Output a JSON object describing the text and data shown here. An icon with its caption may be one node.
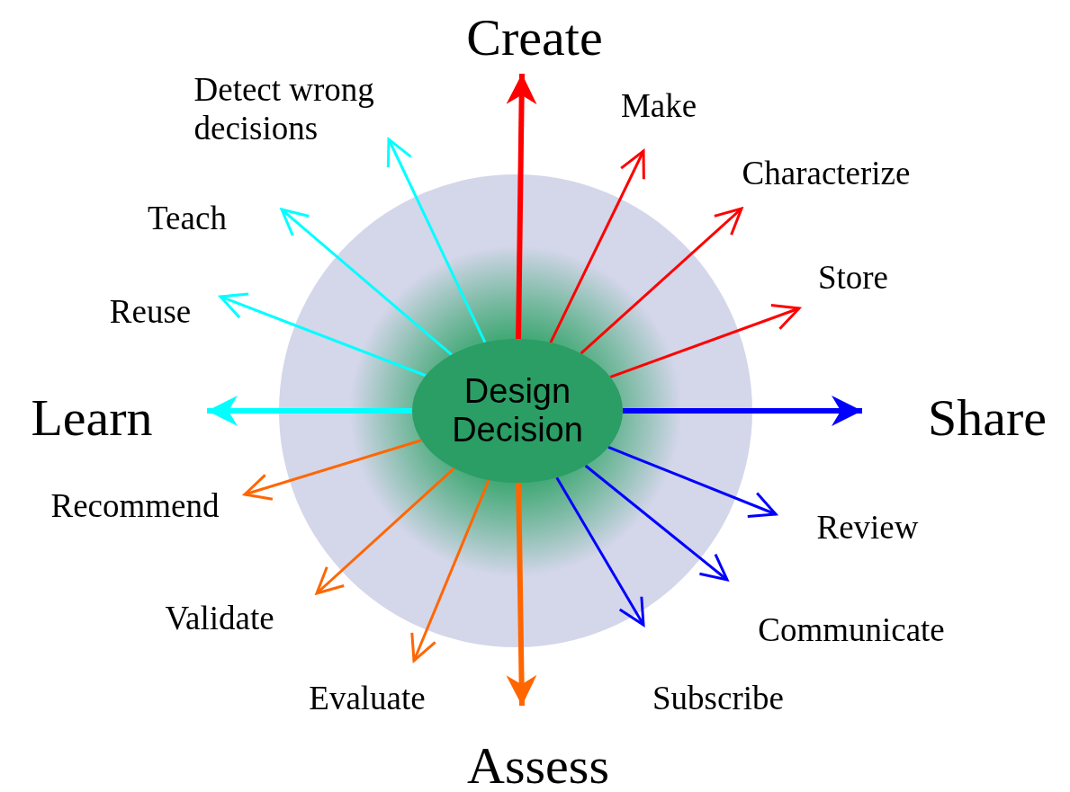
{
  "diagram": {
    "nodes": [
      {
        "text": [
          "Design Decision"
        ]
      },
      {
        "text": [
          "Create"
        ]
      },
      {
        "text": [
          "Make"
        ]
      },
      {
        "text": [
          "Characterize"
        ]
      },
      {
        "text": [
          "Store"
        ]
      },
      {
        "text": [
          "Share"
        ]
      },
      {
        "text": [
          "Review"
        ]
      },
      {
        "text": [
          "Communicate"
        ]
      },
      {
        "text": [
          "Subscribe"
        ]
      },
      {
        "text": [
          "Assess"
        ]
      },
      {
        "text": [
          "Evaluate"
        ]
      },
      {
        "text": [
          "Validate"
        ]
      },
      {
        "text": [
          "Recommend"
        ]
      },
      {
        "text": [
          "Learn"
        ]
      },
      {
        "text": [
          "Reuse"
        ]
      },
      {
        "text": [
          "Teach"
        ]
      },
      {
        "text": [
          "Detect wrong decisions"
        ]
      }
    ],
    "edges": [
      {
        "from": 0,
        "to": 1,
        "arrow": "to",
        "style": "thick",
        "color": "#ff0000"
      },
      {
        "from": 0,
        "to": 2,
        "arrow": "to",
        "color": "#ff0000"
      },
      {
        "from": 0,
        "to": 3,
        "arrow": "to",
        "color": "#ff0000"
      },
      {
        "from": 0,
        "to": 4,
        "arrow": "to",
        "color": "#ff0000"
      },
      {
        "from": 0,
        "to": 5,
        "arrow": "to",
        "style": "thick",
        "color": "#0000ff"
      },
      {
        "from": 0,
        "to": 6,
        "arrow": "to",
        "color": "#0000ff"
      },
      {
        "from": 0,
        "to": 7,
        "arrow": "to",
        "color": "#0000ff"
      },
      {
        "from": 0,
        "to": 8,
        "arrow": "to",
        "color": "#0000ff"
      },
      {
        "from": 0,
        "to": 9,
        "arrow": "to",
        "style": "thick",
        "color": "#ff6600"
      },
      {
        "from": 0,
        "to": 10,
        "arrow": "to",
        "color": "#ff6600"
      },
      {
        "from": 0,
        "to": 11,
        "arrow": "to",
        "color": "#ff6600"
      },
      {
        "from": 0,
        "to": 12,
        "arrow": "to",
        "color": "#ff6600"
      },
      {
        "from": 0,
        "to": 13,
        "arrow": "to",
        "style": "thick",
        "color": "#00ffff"
      },
      {
        "from": 0,
        "to": 14,
        "arrow": "to",
        "color": "#00ffff"
      },
      {
        "from": 0,
        "to": 15,
        "arrow": "to",
        "color": "#00ffff"
      },
      {
        "from": 0,
        "to": 16,
        "arrow": "to",
        "color": "#00ffff"
      }
    ]
  }
}
